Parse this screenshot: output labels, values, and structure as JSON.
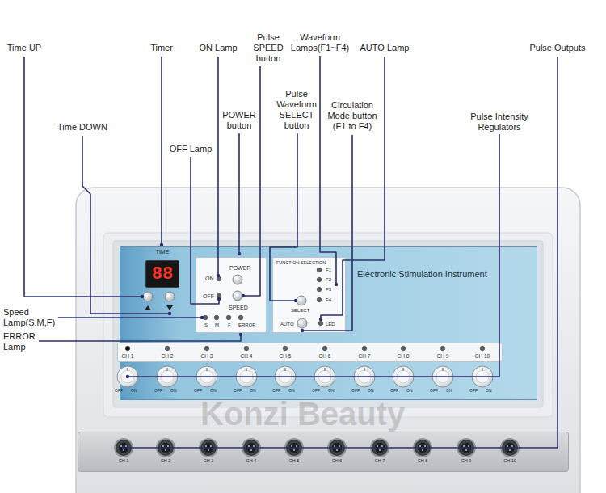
{
  "diagram": {
    "nodes": [
      {
        "text": [
          "Electronic Stimulation Instrument"
        ]
      },
      {
        "text": [
          "TIME",
          "88"
        ],
        "in": 0
      },
      {
        "text": [
          "ON",
          "POWER",
          "OFF",
          "SPEED",
          "S",
          "M",
          "F",
          "ERROR"
        ],
        "in": 0
      },
      {
        "text": [
          "FUNCTION SELECTION",
          "F1",
          "F2",
          "F3",
          "F4",
          "SELECT",
          "AUTO",
          "LED"
        ],
        "in": 0
      },
      {
        "text": [
          "CH 1",
          "CH 2",
          "CH 3",
          "CH 4",
          "CH 5",
          "CH 6",
          "CH 7",
          "CH 8",
          "CH 9",
          "CH 10"
        ],
        "in": 0
      },
      {
        "text": [
          "CH 1",
          "CH 2",
          "CH 3",
          "CH 4",
          "CH 5",
          "CH 6",
          "CH 7",
          "CH 8",
          "CH 9",
          "CH 10"
        ]
      }
    ],
    "labels": [
      "Time UP",
      "Timer",
      "ON Lamp",
      "Pulse SPEED button",
      "Waveform Lamps(F1~F4)",
      "AUTO Lamp",
      "Pulse Outputs",
      "Time DOWN",
      "OFF Lamp",
      "POWER button",
      "Pulse Waveform SELECT button",
      "Circulation Mode button (F1 to F4)",
      "Pulse Intensity Regulators",
      "Speed Lamp(S,M,F)",
      "ERROR Lamp",
      "OFF",
      "ON",
      "OFF",
      "ON",
      "OFF",
      "ON",
      "OFF",
      "ON",
      "OFF",
      "ON",
      "OFF",
      "ON",
      "OFF",
      "ON",
      "OFF",
      "ON",
      "OFF",
      "ON",
      "OFF",
      "ON",
      "Konzi Beauty"
    ]
  }
}
